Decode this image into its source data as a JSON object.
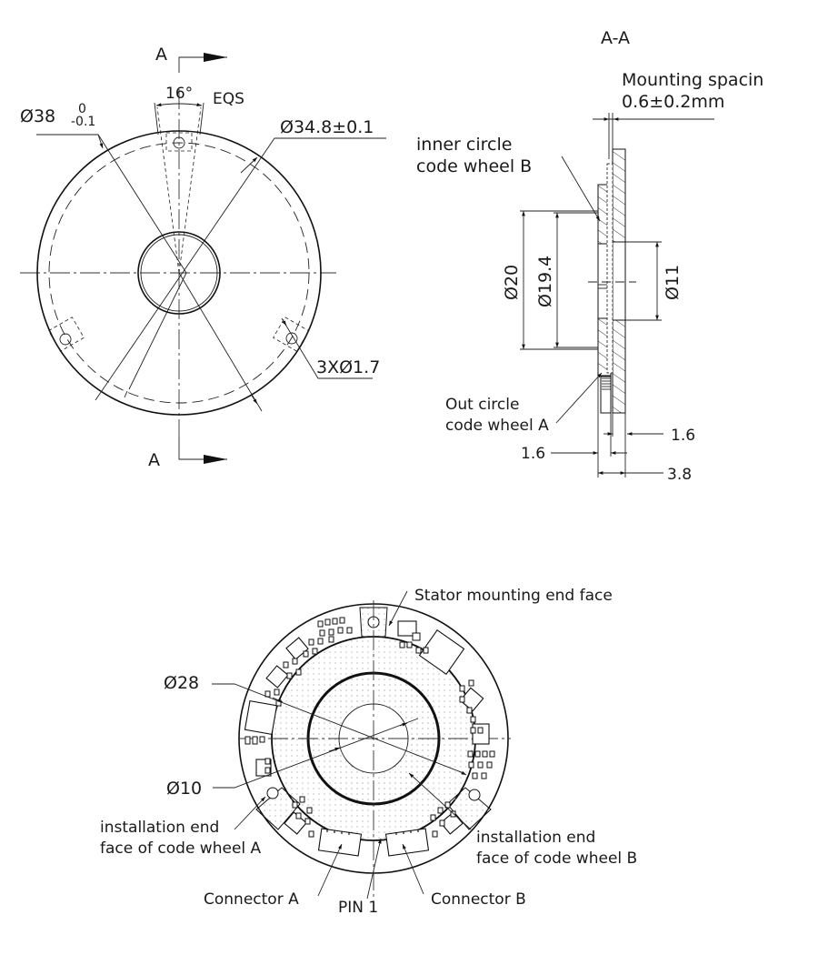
{
  "colors": {
    "line": "#111111",
    "background": "#ffffff",
    "fill_dots": "#bbbbbb"
  },
  "front_view": {
    "section_marker_top": "A",
    "section_marker_bottom": "A",
    "angle_label": "16°",
    "angle_suffix": "EQS",
    "outer_diameter": "Ø38",
    "outer_tol_upper": "0",
    "outer_tol_lower": "-0.1",
    "pitch_circle": "Ø34.8±0.1",
    "holes": "3XØ1.7"
  },
  "section_view": {
    "title": "A-A",
    "mounting_label_line1": "Mounting spacin",
    "mounting_label_line2": "0.6±0.2mm",
    "inner_label_line1": "inner circle",
    "inner_label_line2": "code wheel B",
    "outer_label_line1": "Out circle",
    "outer_label_line2": "code wheel  A",
    "dim_d20": "Ø20",
    "dim_d19_4": "Ø19.4",
    "dim_d11": "Ø11",
    "dim_right_1_6": "1.6",
    "dim_left_1_6": "1.6",
    "dim_total": "3.8"
  },
  "pcb_view": {
    "stator_label": "Stator mounting end face",
    "d28": "Ø28",
    "d10": "Ø10",
    "wheel_a_line1": "installation end",
    "wheel_a_line2": "face of code wheel A",
    "wheel_b_line1": "installation end",
    "wheel_b_line2": "face of code wheel B",
    "connector_a": "Connector A",
    "connector_b": "Connector B",
    "pin1": "PIN 1"
  }
}
